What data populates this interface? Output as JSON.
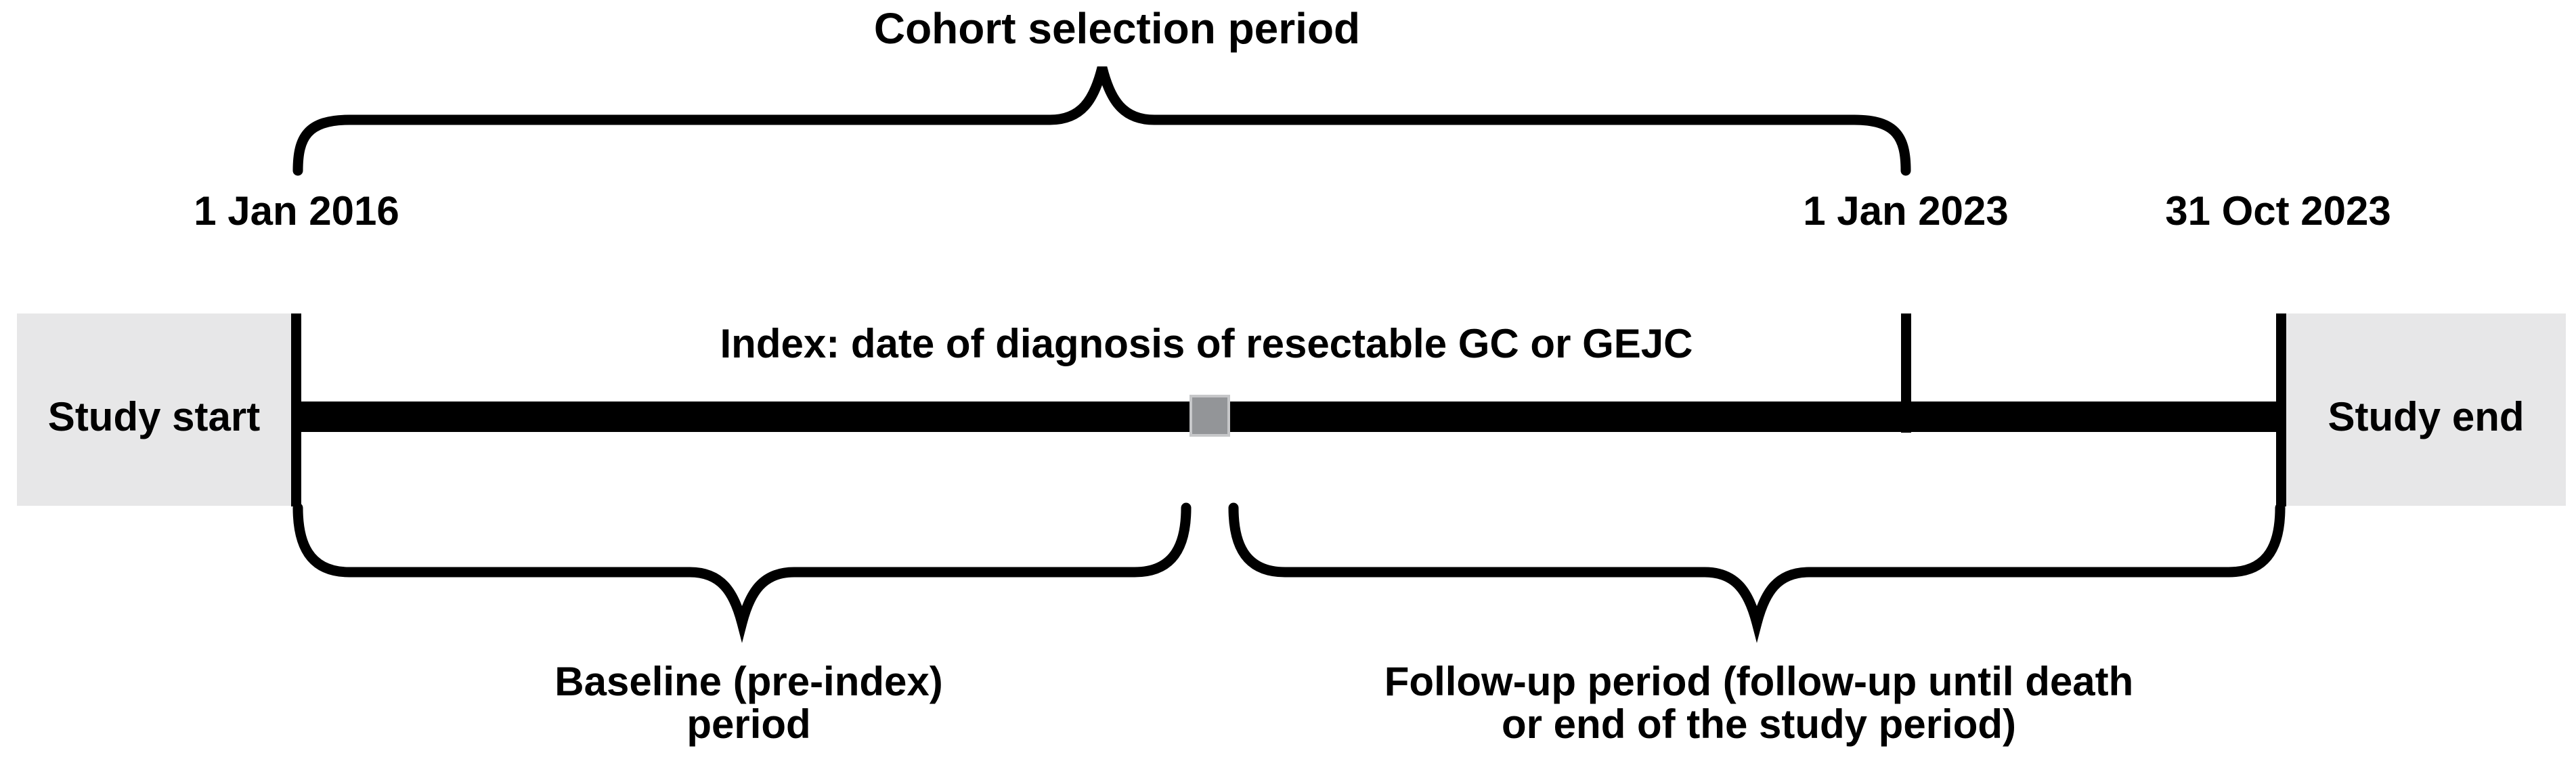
{
  "figure": {
    "title": "Cohort selection period",
    "dates": [
      {
        "id": "study-start",
        "label": "1 Jan 2016"
      },
      {
        "id": "cohort-selection-end",
        "label": "1 Jan 2023"
      },
      {
        "id": "study-end",
        "label": "31 Oct 2023"
      }
    ],
    "timeline": {
      "start_box_label": "Study start",
      "end_box_label": "Study end",
      "index_label": "Index: date of diagnosis of resectable GC or GEJC"
    },
    "periods": {
      "baseline": {
        "line1": "Baseline (pre-index)",
        "line2": "period"
      },
      "followup": {
        "line1": "Follow-up period (follow-up until death",
        "line2": "or end of the study period)"
      }
    },
    "colors": {
      "bg": "#ffffff",
      "text": "#000000",
      "line": "#000000",
      "box_fill": "#e7e7e8",
      "index_marker_fill": "#939598",
      "index_marker_border": "#c6c7c9"
    }
  }
}
